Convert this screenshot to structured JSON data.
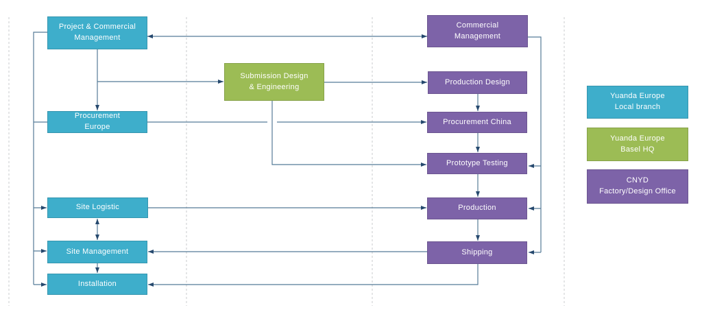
{
  "palette": {
    "teal": "#3EAECB",
    "green": "#9CBC55",
    "purple": "#7D63A8",
    "connector_line": "#557A96",
    "arrowhead": "#26496E",
    "divider_dashed": "#C9CBCC",
    "box_text": "#FFFFFF"
  },
  "nodes": {
    "project_commercial": {
      "label": "Project & Commercial\nManagement",
      "group": "Yuanda Europe Local branch"
    },
    "procurement_europe": {
      "label": "Procurement\nEurope",
      "group": "Yuanda Europe Local branch"
    },
    "site_logistic": {
      "label": "Site Logistic",
      "group": "Yuanda Europe Local branch"
    },
    "site_management": {
      "label": "Site Management",
      "group": "Yuanda Europe Local branch"
    },
    "installation": {
      "label": "Installation",
      "group": "Yuanda Europe Local branch"
    },
    "submission_design": {
      "label": "Submission Design\n& Engineering",
      "group": "Yuanda Europe Basel HQ"
    },
    "commercial_management": {
      "label": "Commercial\nManagement",
      "group": "CNYD Factory/Design Office"
    },
    "production_design": {
      "label": "Production Design",
      "group": "CNYD Factory/Design Office"
    },
    "procurement_china": {
      "label": "Procurement China",
      "group": "CNYD Factory/Design Office"
    },
    "prototype_testing": {
      "label": "Prototype Testing",
      "group": "CNYD Factory/Design Office"
    },
    "production": {
      "label": "Production",
      "group": "CNYD Factory/Design Office"
    },
    "shipping": {
      "label": "Shipping",
      "group": "CNYD Factory/Design Office"
    }
  },
  "edges": [
    "Project & Commercial Management <-> Commercial Management",
    "Project & Commercial Management -> Procurement Europe",
    "Project & Commercial Management -> Submission Design & Engineering",
    "Submission Design & Engineering -> Production Design",
    "Submission Design & Engineering -> Prototype Testing",
    "Procurement Europe -> Procurement China",
    "Production Design -> Procurement China",
    "Procurement China -> Prototype Testing",
    "Prototype Testing -> Production",
    "Production -> Shipping",
    "Commercial Management -> Prototype Testing",
    "Commercial Management -> Production",
    "Commercial Management -> Shipping",
    "Left rail -> Site Logistic",
    "Left rail -> Site Management",
    "Left rail -> Installation",
    "Site Logistic -> Production",
    "Shipping -> Site Management",
    "Shipping -> Installation",
    "Site Logistic <-> Site Management",
    "Site Management -> Installation"
  ],
  "legend": {
    "items": [
      {
        "label": "Yuanda Europe\nLocal branch",
        "color": "#3EAECB"
      },
      {
        "label": "Yuanda Europe\nBasel HQ",
        "color": "#9CBC55"
      },
      {
        "label": "CNYD\nFactory/Design Office",
        "color": "#7D63A8"
      }
    ]
  }
}
